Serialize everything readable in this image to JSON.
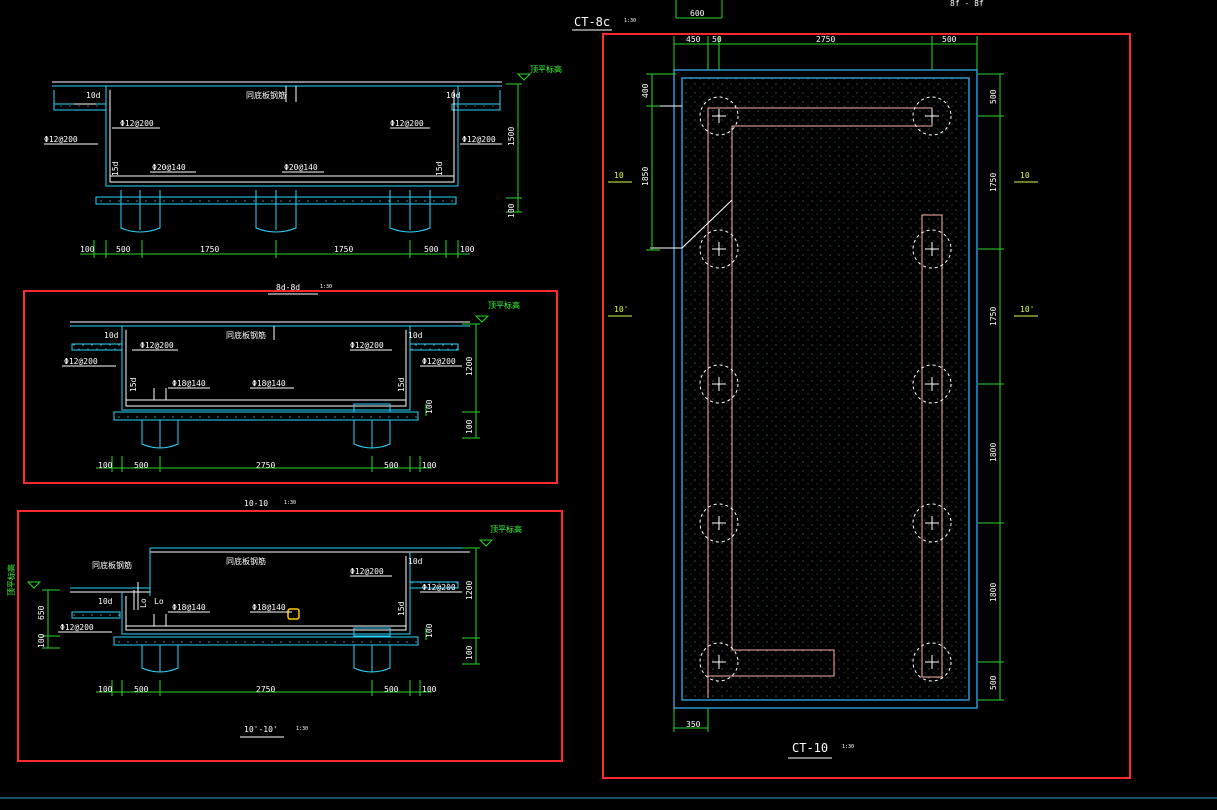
{
  "drawing": {
    "top_label": "600",
    "top_right_label": "8f - 8f",
    "colors": {
      "background": "#000000",
      "highlight": "#ff2b2b",
      "dimension": "#27d827",
      "concrete": "#27d6ff",
      "pile_cap": "#2f9fe0",
      "rebar": "#ffb2a0"
    }
  },
  "section_a": {
    "annotations": {
      "elev": "顶平标高",
      "rebar_note": "同底板钢筋",
      "l10d": "10d",
      "r10d": "10d",
      "l15d": "15d",
      "r15d": "15d",
      "l_phi_top": "Φ12@200",
      "r_phi_top": "Φ12@200",
      "l_phi_side": "Φ12@200",
      "r_phi_side": "Φ12@200",
      "bot_phi_1": "Φ20@140",
      "bot_phi_2": "Φ20@140"
    },
    "dims": {
      "h1": "100",
      "h2": "500",
      "h3": "1750",
      "h4": "1750",
      "h5": "500",
      "h6": "100",
      "v1": "1500",
      "v2": "100"
    }
  },
  "section_b": {
    "title": "8d-8d",
    "scale": "1:30",
    "annotations": {
      "elev": "顶平标高",
      "rebar_note": "同底板钢筋",
      "l10d": "10d",
      "r10d": "10d",
      "l15d": "15d",
      "r15d": "15d",
      "l_phi_top": "Φ12@200",
      "r_phi_top": "Φ12@200",
      "l_phi_side": "Φ12@200",
      "r_phi_side": "Φ12@200",
      "bot_phi_1": "Φ18@140",
      "bot_phi_2": "Φ18@140"
    },
    "dims": {
      "h1": "100",
      "h2": "500",
      "h3": "2750",
      "h4": "500",
      "h5": "100",
      "v1": "1200",
      "v2": "100",
      "v3": "100"
    }
  },
  "section_c": {
    "title": "10-10",
    "scale": "1:30",
    "subtitle": "10'-10'",
    "sub_scale": "1:30",
    "annotations": {
      "elev_r": "顶平标高",
      "elev_l": "顶平标高",
      "rebar_note_1": "同底板钢筋",
      "rebar_note_2": "同底板钢筋",
      "r10d": "10d",
      "l10d": "10d",
      "r15d": "15d",
      "lo1": "Lo",
      "lo2": "Lo",
      "r_phi_top": "Φ12@200",
      "r_phi_side": "Φ12@200",
      "l_phi_side": "Φ12@200",
      "bot_phi_1": "Φ18@140",
      "bot_phi_2": "Φ18@140"
    },
    "dims": {
      "h1": "100",
      "h2": "500",
      "h3": "2750",
      "h4": "500",
      "h5": "100",
      "v1": "1200",
      "v2": "100",
      "v3": "100",
      "lv1": "650",
      "lv2": "100"
    }
  },
  "plan": {
    "title": "CT-8c",
    "title_scale": "1:30",
    "caption": "CT-10",
    "caption_scale": "1:30",
    "dims_top": {
      "d1": "450",
      "d2": "50",
      "d3": "2750",
      "d4": "500"
    },
    "dims_left": {
      "d1": "400",
      "d2": "1850"
    },
    "dims_right": {
      "d1": "500",
      "d2": "1750",
      "d3": "1750",
      "d4": "1800",
      "d5": "1800",
      "d6": "500"
    },
    "dims_bottom": {
      "d1": "350"
    },
    "section_marks": {
      "l1": "10",
      "l2": "10'",
      "r1": "10",
      "r2": "10'"
    }
  }
}
